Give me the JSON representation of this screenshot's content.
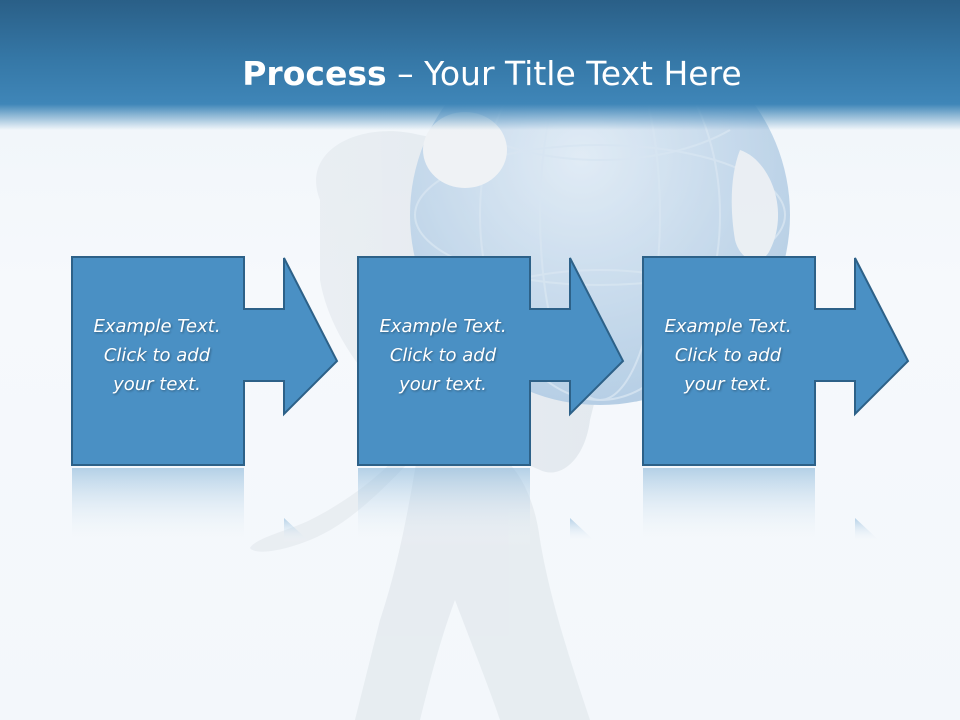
{
  "slide": {
    "title_bold": "Process",
    "title_rest": " – Your Title Text Here"
  },
  "steps": [
    {
      "text_line1": "Example Text.",
      "text_line2": "Click  to add",
      "text_line3": "your text."
    },
    {
      "text_line1": "Example Text.",
      "text_line2": "Click  to add",
      "text_line3": "your text."
    },
    {
      "text_line1": "Example Text.",
      "text_line2": "Click  to add",
      "text_line3": "your text."
    }
  ],
  "colors": {
    "header": "#3577a6",
    "box_fill": "#4a90c4",
    "box_border": "#2d6188",
    "figure": "#e2e8ee",
    "globe": "#b9d2e8"
  }
}
